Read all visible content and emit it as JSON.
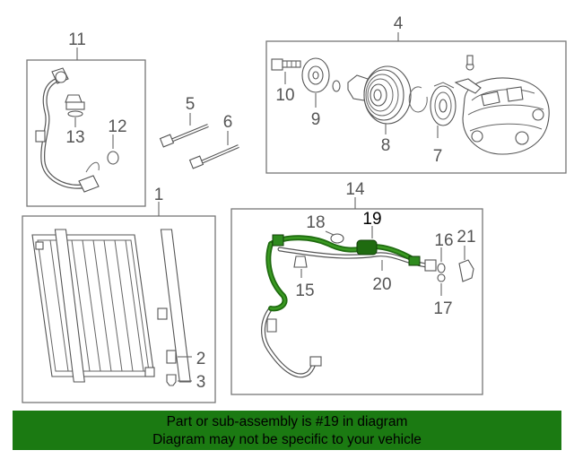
{
  "diagram": {
    "callouts": {
      "c1": "1",
      "c2": "2",
      "c3": "3",
      "c4": "4",
      "c5": "5",
      "c6": "6",
      "c7": "7",
      "c8": "8",
      "c9": "9",
      "c10": "10",
      "c11": "11",
      "c12": "12",
      "c13": "13",
      "c14": "14",
      "c15": "15",
      "c16": "16",
      "c17": "17",
      "c18": "18",
      "c19": "19",
      "c20": "20",
      "c21": "21"
    },
    "highlight_part": "19",
    "highlight_color": "#2e8b1e"
  },
  "footer": {
    "line1": "Part or sub-assembly is #19 in diagram",
    "line2": "Diagram may not be specific to your vehicle",
    "background": "#1b7a12"
  }
}
